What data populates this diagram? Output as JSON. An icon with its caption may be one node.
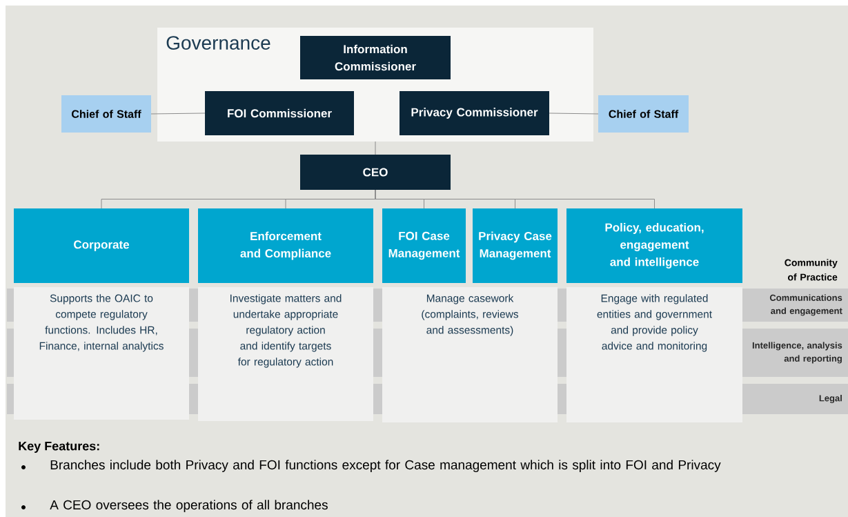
{
  "diagram": {
    "nodes": [
      {
        "text": [
          "Governance"
        ]
      },
      {
        "text": [
          "Information Commissioner"
        ],
        "in": 0
      },
      {
        "text": [
          "FOI Commissioner"
        ],
        "in": 0
      },
      {
        "text": [
          "Privacy Commissioner"
        ],
        "in": 0
      },
      {
        "text": [
          "Chief of Staff"
        ]
      },
      {
        "text": [
          "Chief of Staff"
        ]
      },
      {
        "text": [
          "CEO"
        ]
      },
      {
        "text": [
          "Corporate"
        ]
      },
      {
        "text": [
          "Enforcement and Compliance"
        ]
      },
      {
        "text": [
          "FOI Case Management"
        ]
      },
      {
        "text": [
          "Privacy Case Management"
        ]
      },
      {
        "text": [
          "Policy, education, engagement and intelligence"
        ]
      },
      {
        "text": [
          "Supports the OAIC to compete regulatory functions. Includes HR, Finance, internal analytics"
        ]
      },
      {
        "text": [
          "Investigate matters and undertake appropriate regulatory action and identify targets for regulatory action"
        ]
      },
      {
        "text": [
          "Manage casework (complaints, reviews and assessments)"
        ]
      },
      {
        "text": [
          "Engage with regulated entities and government and provide policy advice and monitoring"
        ]
      },
      {
        "text": [
          "Communications and engagement"
        ]
      },
      {
        "text": [
          "Intelligence, analysis and reporting"
        ]
      },
      {
        "text": [
          "Legal"
        ]
      }
    ],
    "edges": [
      {
        "from": 4,
        "to": 2,
        "arrow": "none"
      },
      {
        "from": 3,
        "to": 5,
        "arrow": "none"
      },
      {
        "from": 0,
        "to": 6,
        "arrow": "none"
      },
      {
        "from": 6,
        "to": 7,
        "arrow": "none"
      },
      {
        "from": 6,
        "to": 8,
        "arrow": "none"
      },
      {
        "from": 6,
        "to": 9,
        "arrow": "none"
      },
      {
        "from": 6,
        "to": 10,
        "arrow": "none"
      },
      {
        "from": 6,
        "to": 11,
        "arrow": "none"
      }
    ],
    "labels": [
      "Community of Practice",
      "Key Features:",
      "Branches include both Privacy and FOI functions except for Case management which is split into FOI and Privacy",
      "A CEO oversees the operations of all branches"
    ]
  }
}
